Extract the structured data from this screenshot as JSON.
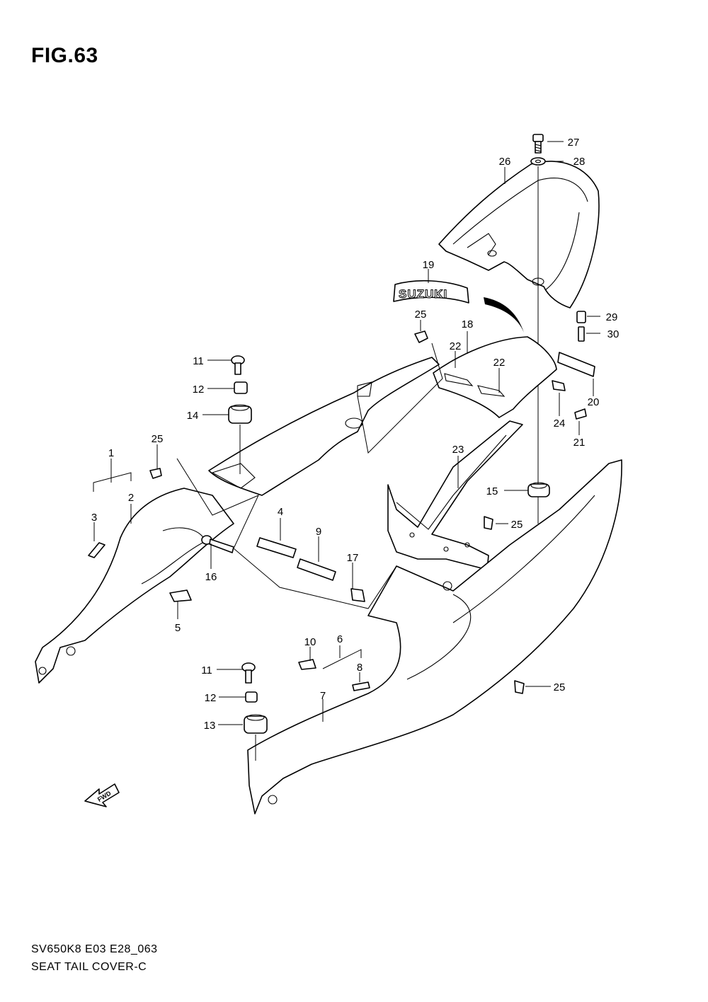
{
  "figure": {
    "title": "FIG.63",
    "model_code": "SV650K8 E03 E28_063",
    "caption": "SEAT TAIL COVER-C",
    "emblem_text": "SUZUKI",
    "direction_label": "FWD"
  },
  "callouts": [
    {
      "id": "c1",
      "label": "1"
    },
    {
      "id": "c2",
      "label": "2"
    },
    {
      "id": "c3",
      "label": "3"
    },
    {
      "id": "c4",
      "label": "4"
    },
    {
      "id": "c5",
      "label": "5"
    },
    {
      "id": "c6",
      "label": "6"
    },
    {
      "id": "c7",
      "label": "7"
    },
    {
      "id": "c8",
      "label": "8"
    },
    {
      "id": "c9",
      "label": "9"
    },
    {
      "id": "c10",
      "label": "10"
    },
    {
      "id": "c11a",
      "label": "11"
    },
    {
      "id": "c11b",
      "label": "11"
    },
    {
      "id": "c12a",
      "label": "12"
    },
    {
      "id": "c12b",
      "label": "12"
    },
    {
      "id": "c13",
      "label": "13"
    },
    {
      "id": "c14",
      "label": "14"
    },
    {
      "id": "c15",
      "label": "15"
    },
    {
      "id": "c16",
      "label": "16"
    },
    {
      "id": "c17",
      "label": "17"
    },
    {
      "id": "c18",
      "label": "18"
    },
    {
      "id": "c19",
      "label": "19"
    },
    {
      "id": "c20",
      "label": "20"
    },
    {
      "id": "c21",
      "label": "21"
    },
    {
      "id": "c22a",
      "label": "22"
    },
    {
      "id": "c22b",
      "label": "22"
    },
    {
      "id": "c23",
      "label": "23"
    },
    {
      "id": "c24",
      "label": "24"
    },
    {
      "id": "c25a",
      "label": "25"
    },
    {
      "id": "c25b",
      "label": "25"
    },
    {
      "id": "c25c",
      "label": "25"
    },
    {
      "id": "c25d",
      "label": "25"
    },
    {
      "id": "c26",
      "label": "26"
    },
    {
      "id": "c27",
      "label": "27"
    },
    {
      "id": "c28",
      "label": "28"
    },
    {
      "id": "c29",
      "label": "29"
    },
    {
      "id": "c30",
      "label": "30"
    }
  ]
}
